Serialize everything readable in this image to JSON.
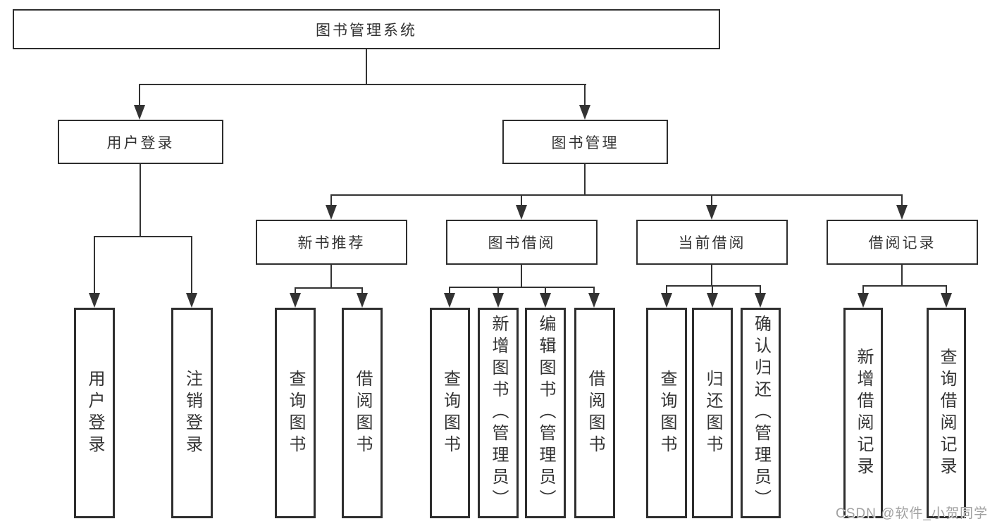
{
  "colors": {
    "line": "#333333",
    "border": "#2e2e2e",
    "text": "#333333",
    "background": "#ffffff",
    "watermark": "#9c9c9c"
  },
  "watermark": {
    "text": "CSDN @软件_小贺同学"
  },
  "tree": {
    "root": {
      "label": "图书管理系统"
    },
    "branches": [
      {
        "label": "用户登录",
        "children": [
          {
            "label": "用户登录"
          },
          {
            "label": "注销登录"
          }
        ]
      },
      {
        "label": "图书管理",
        "children": [
          {
            "label": "新书推荐",
            "children": [
              {
                "label": "查询图书"
              },
              {
                "label": "借阅图书"
              }
            ]
          },
          {
            "label": "图书借阅",
            "children": [
              {
                "label": "查询图书"
              },
              {
                "label": "新增图书（管理员）"
              },
              {
                "label": "编辑图书（管理员）"
              },
              {
                "label": "借阅图书"
              }
            ]
          },
          {
            "label": "当前借阅",
            "children": [
              {
                "label": "查询图书"
              },
              {
                "label": "归还图书"
              },
              {
                "label": "确认归还（管理员）"
              }
            ]
          },
          {
            "label": "借阅记录",
            "children": [
              {
                "label": "新增借阅记录"
              },
              {
                "label": "查询借阅记录"
              }
            ]
          }
        ]
      }
    ]
  }
}
